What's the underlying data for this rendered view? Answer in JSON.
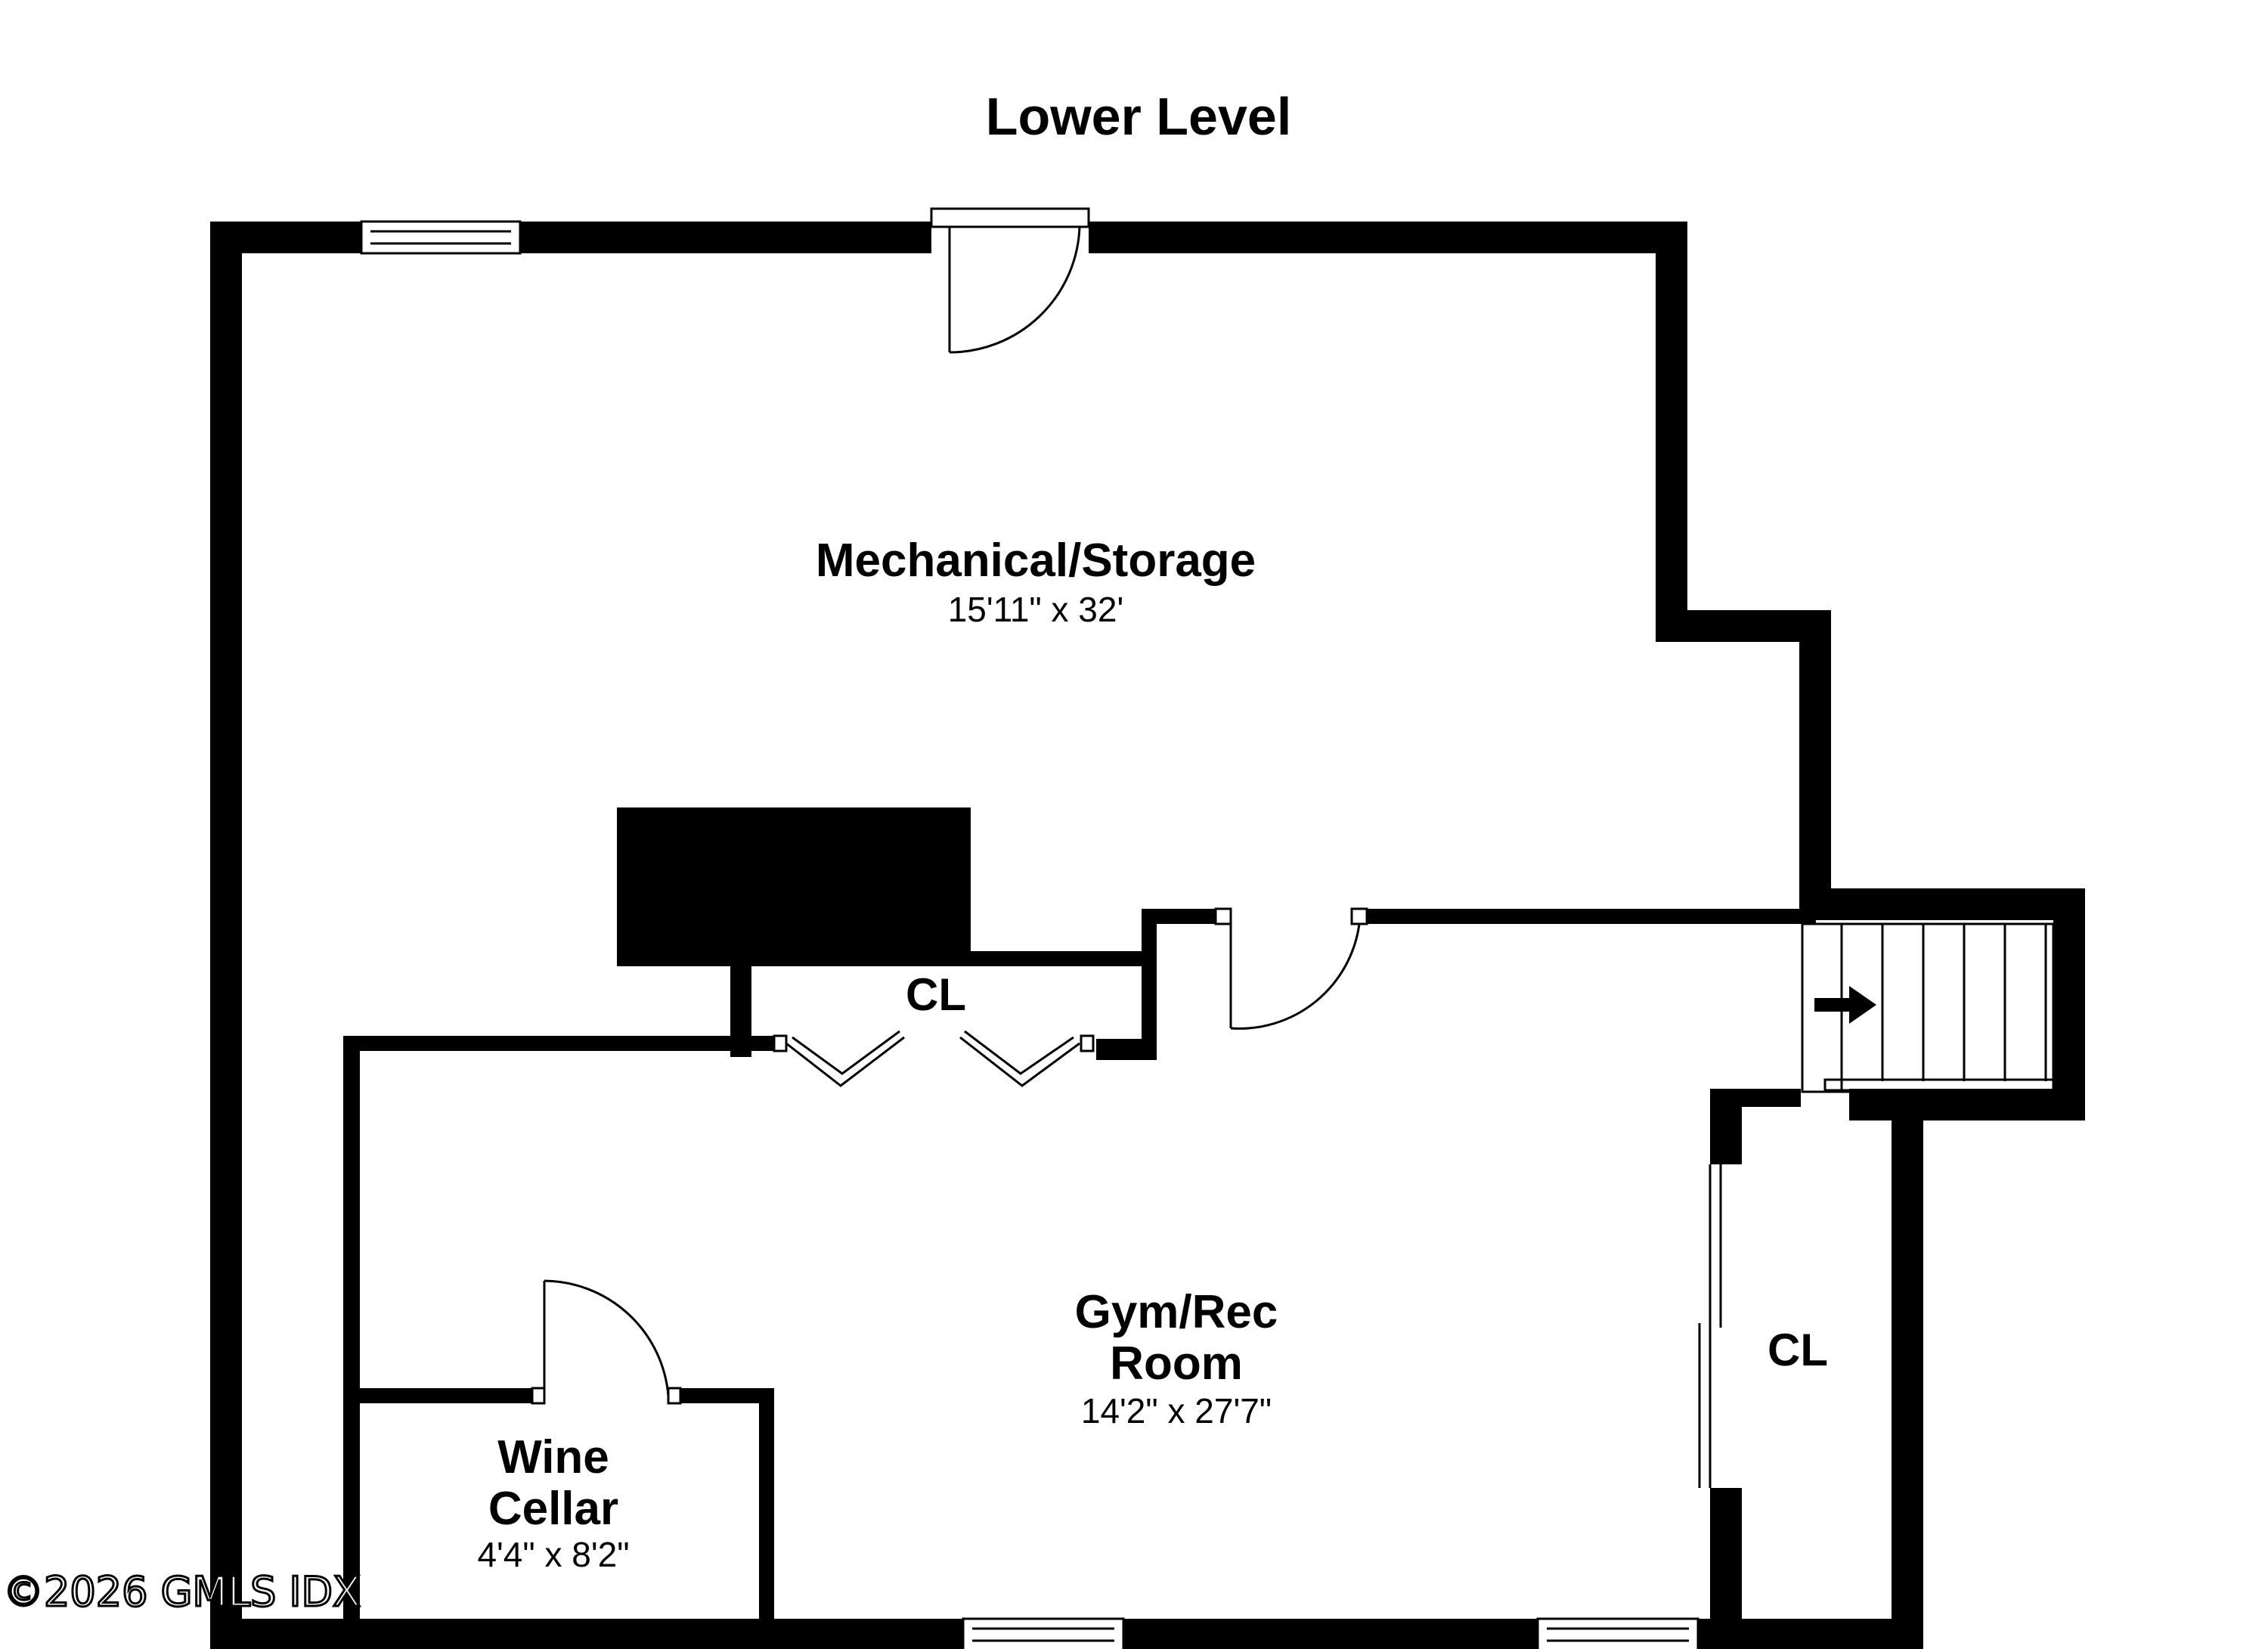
{
  "title": "Lower Level",
  "rooms": {
    "mechanical": {
      "name": "Mechanical/Storage",
      "size": "15'11\" x 32'"
    },
    "gym": {
      "name_line1": "Gym/Rec",
      "name_line2": "Room",
      "size": "14'2\" x 27'7\""
    },
    "wine": {
      "name_line1": "Wine",
      "name_line2": "Cellar",
      "size": "4'4\" x 8'2\""
    }
  },
  "closet_label": "CL",
  "stairs_arrow": "right-arrow-icon",
  "watermark": "©2026 GMLS IDX",
  "colors": {
    "wall": "#000000",
    "background": "#ffffff"
  }
}
